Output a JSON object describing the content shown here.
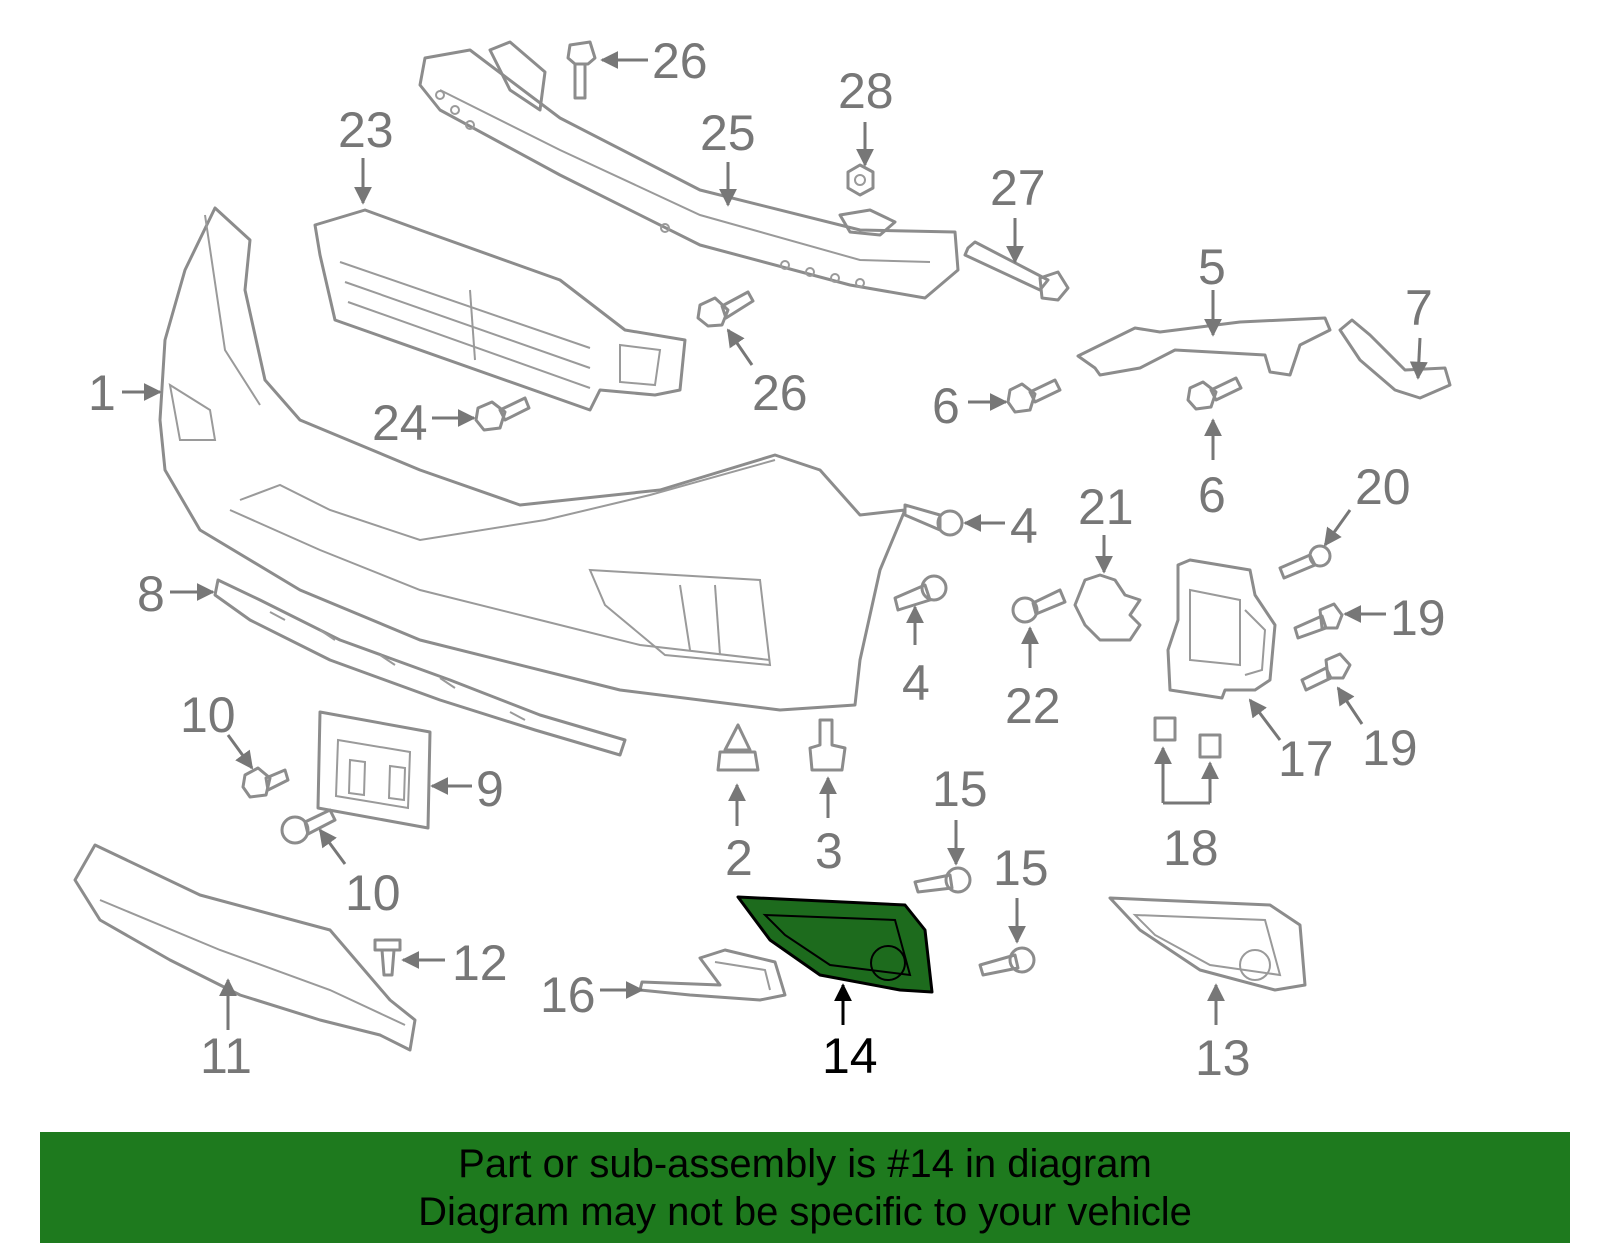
{
  "diagram": {
    "highlight_callout": "14",
    "highlight_color": "#1d6b1d",
    "line_color": "#8c8c8c",
    "callout_color": "#777777",
    "callouts": [
      "1",
      "2",
      "3",
      "4",
      "4",
      "5",
      "6",
      "6",
      "7",
      "8",
      "9",
      "10",
      "10",
      "11",
      "12",
      "13",
      "14",
      "15",
      "15",
      "16",
      "17",
      "18",
      "19",
      "19",
      "20",
      "21",
      "22",
      "23",
      "24",
      "25",
      "26",
      "26",
      "27",
      "28"
    ]
  },
  "banner": {
    "background": "#1e7a1e",
    "line1": "Part or sub-assembly is #14 in diagram",
    "line2": "Diagram may not be specific to your vehicle"
  }
}
